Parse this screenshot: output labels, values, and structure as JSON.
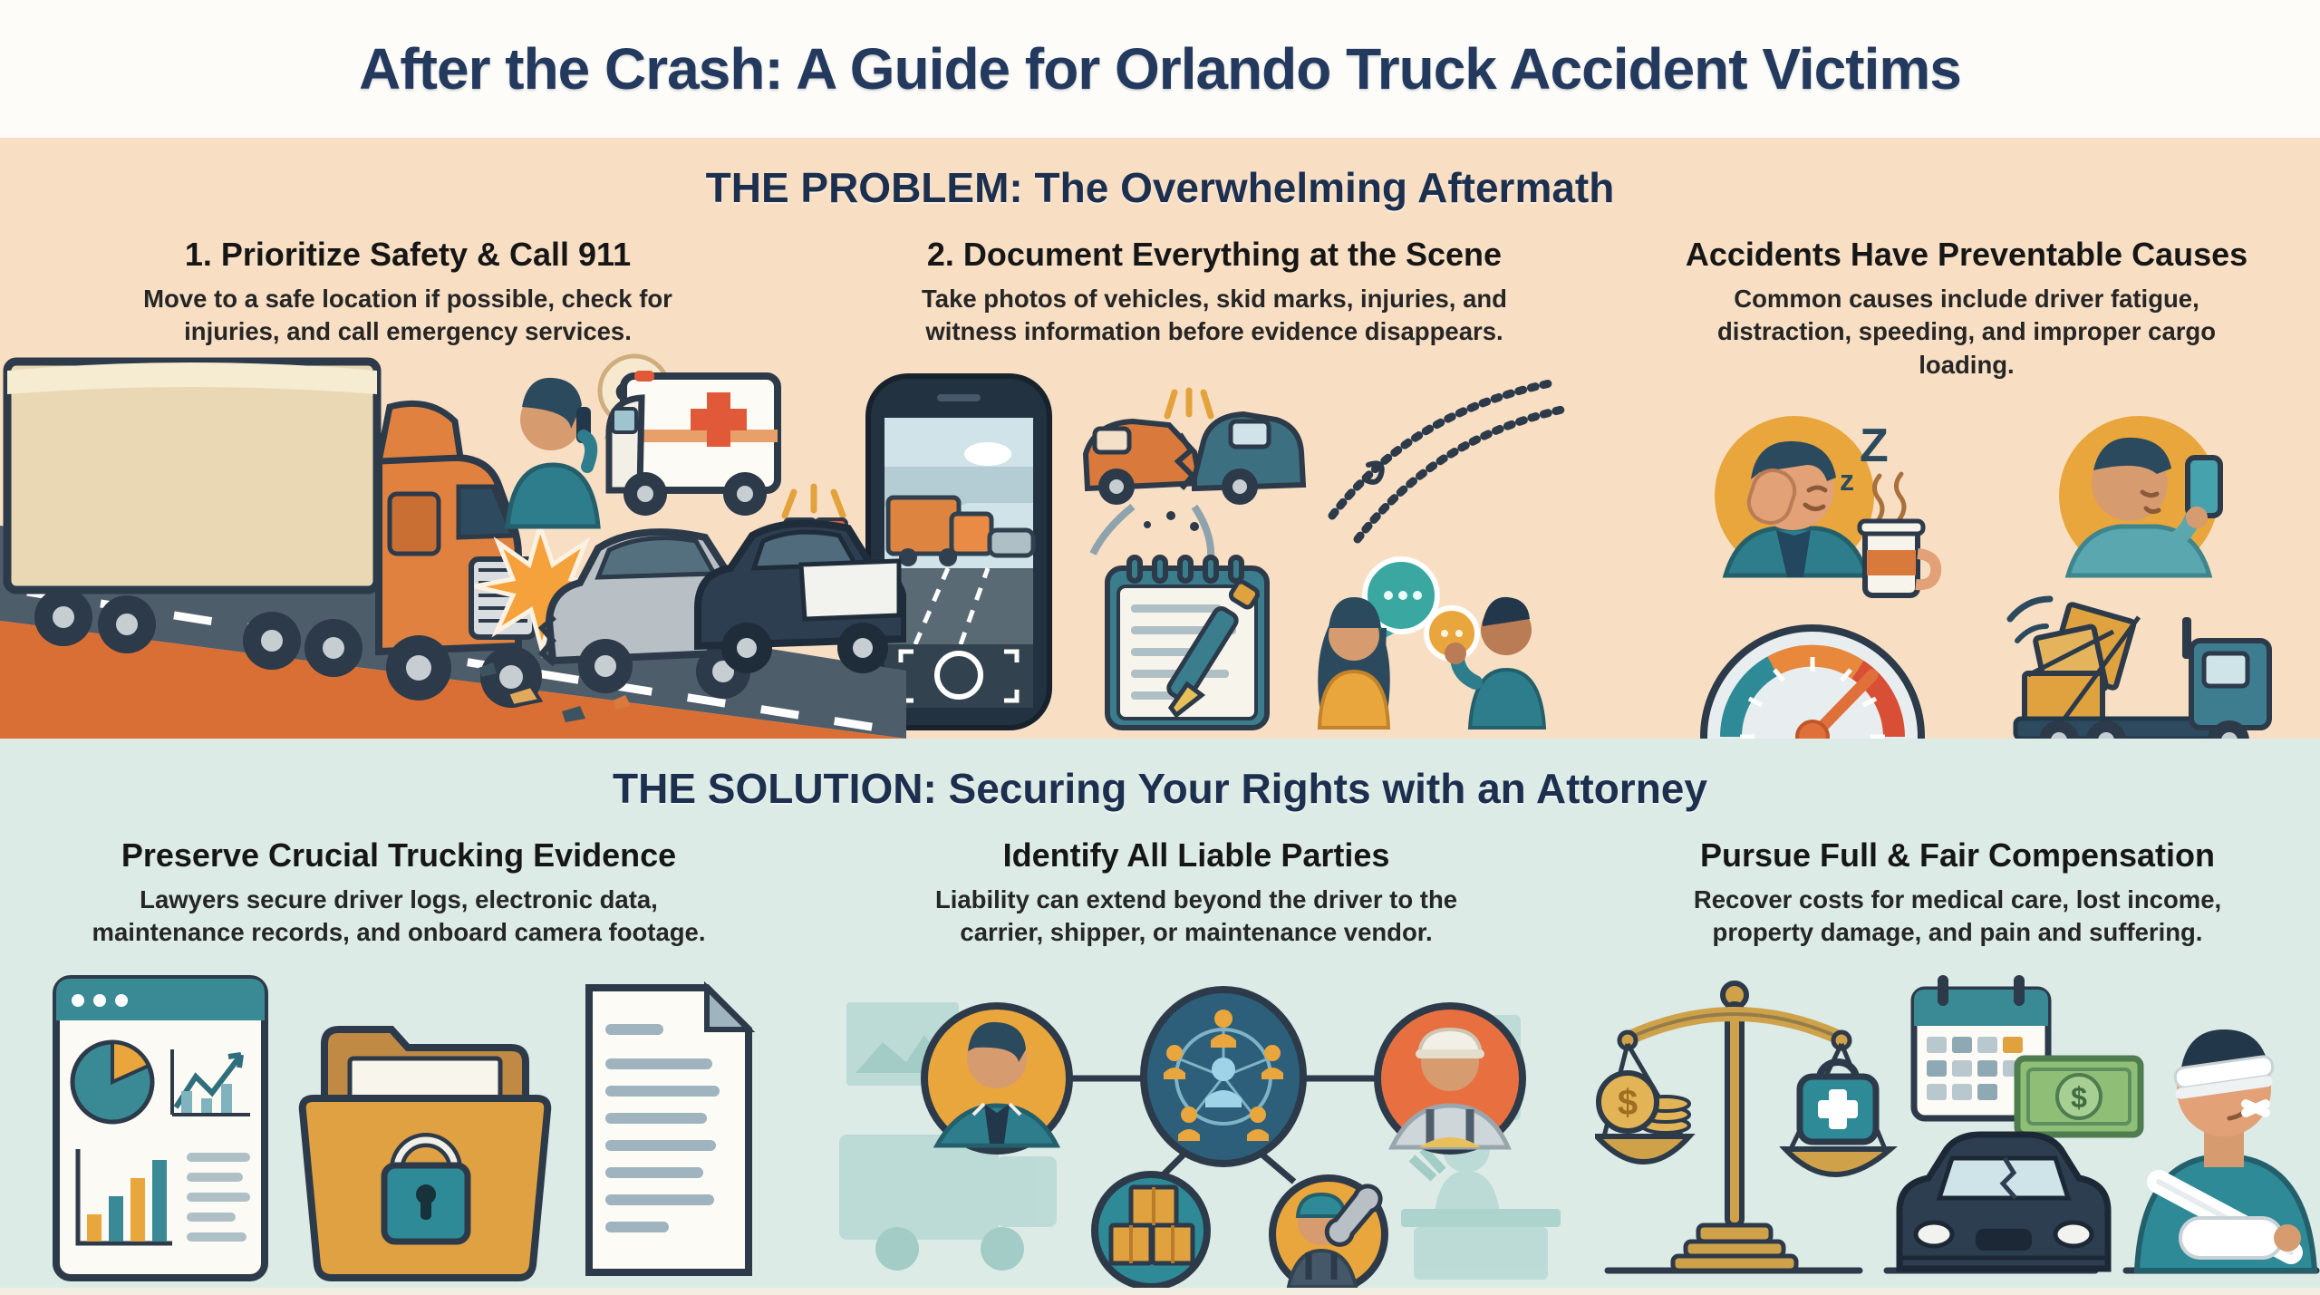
{
  "palette": {
    "header_bg": "#fdfcf8",
    "title_navy": "#24395e",
    "problem_bg": "#f8dfc4",
    "solution_bg": "#dcebe6",
    "heading_navy": "#1d2f4e",
    "outline_dark": "#2c3a4a",
    "accent_orange": "#e0853f",
    "accent_teal": "#2e8a96",
    "avatar_gold": "#e8a63c",
    "road_gray": "#4e5d6a",
    "shoulder_orange": "#d96f35",
    "cash_green": "#8fbf77",
    "scale_gold": "#cfa24a"
  },
  "header": {
    "title": "After the Crash: A Guide for Orlando Truck Accident Victims"
  },
  "problem": {
    "heading": "THE PROBLEM: The Overwhelming Aftermath",
    "columns": [
      {
        "title": "1. Prioritize Safety & Call 911",
        "body": "Move to a safe location if possible, check for injuries, and call emergency services."
      },
      {
        "title": "2. Document Everything at the Scene",
        "body": "Take photos of vehicles, skid marks, injuries, and witness information before evidence disappears."
      },
      {
        "title": "Accidents Have Preventable Causes",
        "body": "Common causes include driver fatigue, distraction, speeding, and improper cargo loading."
      }
    ]
  },
  "solution": {
    "heading": "THE SOLUTION: Securing Your Rights with an Attorney",
    "columns": [
      {
        "title": "Preserve Crucial Trucking Evidence",
        "body": "Lawyers secure driver logs, electronic data, maintenance records, and onboard camera footage."
      },
      {
        "title": "Identify All Liable Parties",
        "body": "Liability can extend beyond the driver to the carrier, shipper, or maintenance vendor."
      },
      {
        "title": "Pursue Full & Fair Compensation",
        "body": "Recover costs for medical care, lost income, property damage, and pain and suffering."
      }
    ]
  },
  "glyphs": {
    "sleep_big": "Z",
    "sleep_small": "z",
    "dollar_coin": "$",
    "dollar_bill": "$"
  },
  "icons": [
    "truck-crash-scene",
    "caller-911",
    "phone-speech-bubble",
    "ambulance",
    "police-car",
    "camera-phone",
    "car-collision-icon",
    "skid-marks-icon",
    "notepad-pen-icon",
    "witnesses-icon",
    "fatigued-driver-icon",
    "distracted-driver-icon",
    "speedometer-icon",
    "loose-cargo-truck-icon",
    "analytics-window-icon",
    "locked-folder-icon",
    "document-icon",
    "liable-parties-network",
    "driver-avatar",
    "network-node",
    "carrier-worker-avatar",
    "cargo-boxes-avatar",
    "mechanic-avatar",
    "court-background",
    "justice-scales-icon",
    "calendar-money-icon",
    "damaged-car-icon",
    "injured-person-icon"
  ]
}
